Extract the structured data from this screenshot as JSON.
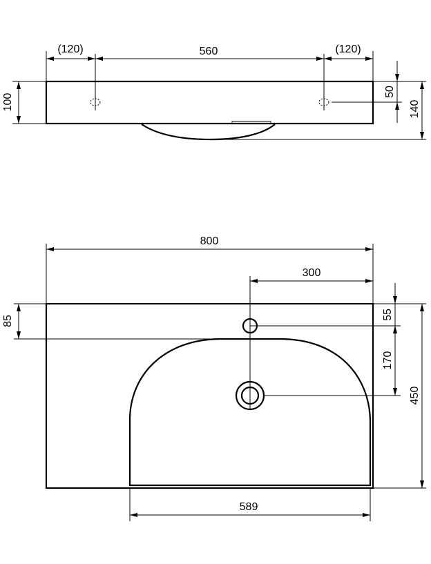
{
  "top_view": {
    "dims": {
      "left_offset": "(120)",
      "hole_spacing": "560",
      "right_offset": "(120)",
      "height": "100",
      "hole_height": "50",
      "total_depth": "140"
    }
  },
  "plan_view": {
    "dims": {
      "width": "800",
      "tap_offset": "300",
      "front_gap": "85",
      "tap_from_back": "55",
      "tap_to_drain": "170",
      "depth": "450",
      "bowl_width": "589"
    }
  },
  "colors": {
    "line": "#000000",
    "background": "#ffffff"
  }
}
